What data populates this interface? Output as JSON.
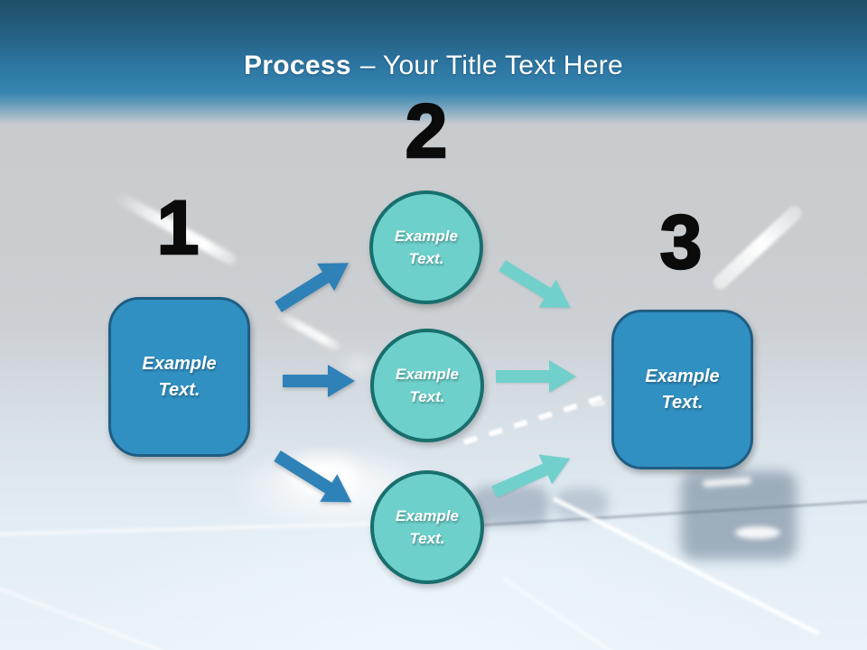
{
  "header": {
    "title_bold": "Process",
    "title_rest": "– Your Title Text Here"
  },
  "diagram": {
    "numbers": [
      "1",
      "2",
      "3"
    ],
    "left_box": {
      "line1": "Example",
      "line2": "Text."
    },
    "right_box": {
      "line1": "Example",
      "line2": "Text."
    },
    "circles": [
      {
        "line1": "Example",
        "line2": "Text."
      },
      {
        "line1": "Example",
        "line2": "Text."
      },
      {
        "line1": "Example",
        "line2": "Text."
      }
    ]
  },
  "colors": {
    "header_gradient_top": "#1e4f68",
    "header_gradient_bottom": "#3584b1",
    "title_text": "#ffffff",
    "box_fill": "#3190c2",
    "box_border": "#1e5e83",
    "circle_fill": "#6ed0cb",
    "circle_border": "#186f6d",
    "arrow_blue": "#2e82b8",
    "arrow_teal": "#71d0cb",
    "number_text": "#0b0b0b",
    "background_top": "#c8cbce",
    "background_bottom": "#e9f2f8"
  }
}
